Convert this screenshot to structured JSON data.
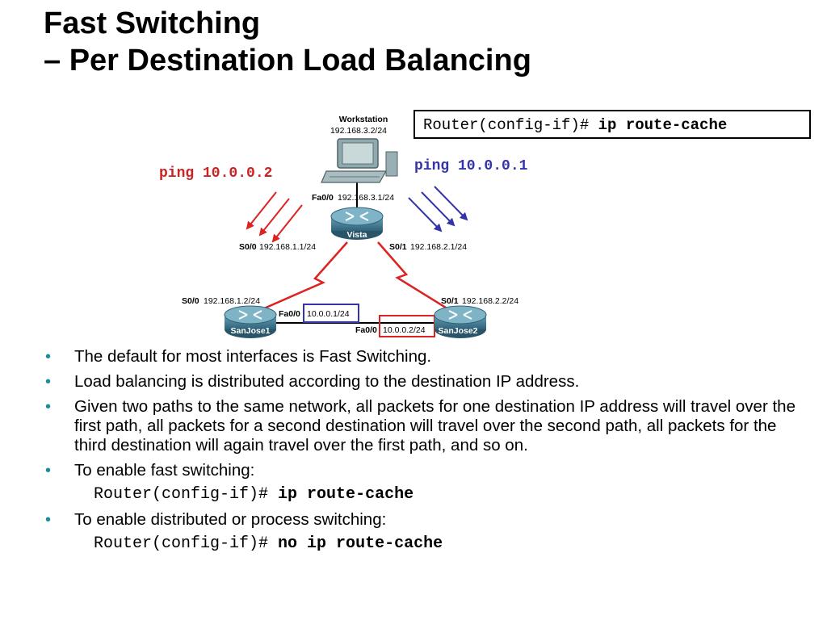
{
  "title": {
    "line1": "Fast Switching",
    "line2": "– Per Destination Load Balancing"
  },
  "command_box": {
    "prompt": "Router(config-if)# ",
    "command": "ip route-cache"
  },
  "pings": {
    "left": "ping 10.0.0.2",
    "right": "ping 10.0.0.1"
  },
  "diagram": {
    "workstation": {
      "name": "Workstation",
      "ip": "192.168.3.2/24"
    },
    "vista": {
      "name": "Vista",
      "fa0_0_if": "Fa0/0",
      "fa0_0_ip": "192.168.3.1/24",
      "s0_0_if": "S0/0",
      "s0_0_ip": "192.168.1.1/24",
      "s0_1_if": "S0/1",
      "s0_1_ip": "192.168.2.1/24"
    },
    "sanjose1": {
      "name": "SanJose1",
      "s0_0_if": "S0/0",
      "s0_0_ip": "192.168.1.2/24",
      "fa0_0_if": "Fa0/0",
      "fa0_0_ip": "10.0.0.1/24"
    },
    "sanjose2": {
      "name": "SanJose2",
      "s0_1_if": "S0/1",
      "s0_1_ip": "192.168.2.2/24",
      "fa0_0_if": "Fa0/0",
      "fa0_0_ip": "10.0.0.2/24"
    },
    "colors": {
      "red": "#dd2222",
      "blue": "#3333aa",
      "router": "#3f7f96"
    }
  },
  "bullets": [
    {
      "text": "The default for most interfaces is Fast Switching."
    },
    {
      "text": "Load balancing is distributed according to the destination IP address."
    },
    {
      "text": "Given two paths to the same network, all packets for one destination IP address will travel over the first path, all packets for a second destination will travel over the second path, all packets for the third destination will again travel over the first path, and so on."
    },
    {
      "text": "To enable fast switching:",
      "cmd_prompt": "Router(config-if)# ",
      "cmd": "ip route-cache"
    },
    {
      "text": "To enable distributed or process switching:",
      "cmd_prompt": "Router(config-if)# ",
      "cmd": "no ip route-cache"
    }
  ]
}
